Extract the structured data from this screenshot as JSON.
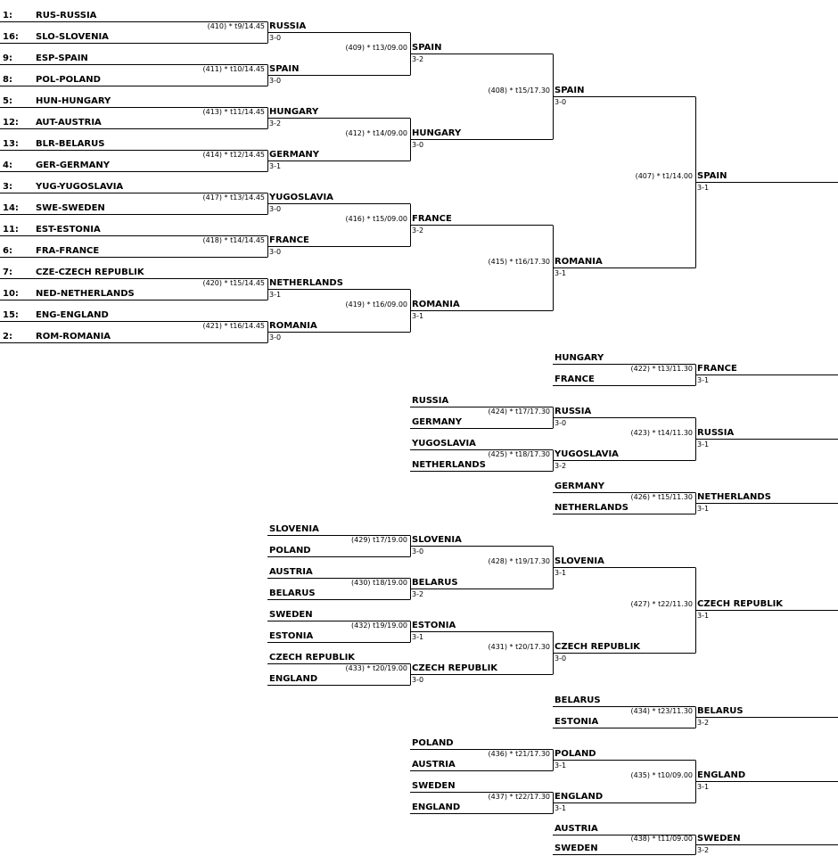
{
  "seeds": [
    {
      "label": "1:",
      "team": "RUS-RUSSIA"
    },
    {
      "label": "16:",
      "team": "SLO-SLOVENIA"
    },
    {
      "label": "9:",
      "team": "ESP-SPAIN"
    },
    {
      "label": "8:",
      "team": "POL-POLAND"
    },
    {
      "label": "5:",
      "team": "HUN-HUNGARY"
    },
    {
      "label": "12:",
      "team": "AUT-AUSTRIA"
    },
    {
      "label": "13:",
      "team": "BLR-BELARUS"
    },
    {
      "label": "4:",
      "team": "GER-GERMANY"
    },
    {
      "label": "3:",
      "team": "YUG-YUGOSLAVIA"
    },
    {
      "label": "14:",
      "team": "SWE-SWEDEN"
    },
    {
      "label": "11:",
      "team": "EST-ESTONIA"
    },
    {
      "label": "6:",
      "team": "FRA-FRANCE"
    },
    {
      "label": "7:",
      "team": "CZE-CZECH REPUBLIK"
    },
    {
      "label": "10:",
      "team": "NED-NETHERLANDS"
    },
    {
      "label": "15:",
      "team": "ENG-ENGLAND"
    },
    {
      "label": "2:",
      "team": "ROM-ROMANIA"
    }
  ],
  "matches": [
    {
      "id": "m410",
      "info": "(410) * t9/14.45",
      "winner": "RUSSIA",
      "score": "3-0"
    },
    {
      "id": "m411",
      "info": "(411) * t10/14.45",
      "winner": "SPAIN",
      "score": "3-0"
    },
    {
      "id": "m413",
      "info": "(413) * t11/14.45",
      "winner": "HUNGARY",
      "score": "3-2"
    },
    {
      "id": "m414",
      "info": "(414) * t12/14.45",
      "winner": "GERMANY",
      "score": "3-1"
    },
    {
      "id": "m417",
      "info": "(417) * t13/14.45",
      "winner": "YUGOSLAVIA",
      "score": "3-0"
    },
    {
      "id": "m418",
      "info": "(418) * t14/14.45",
      "winner": "FRANCE",
      "score": "3-0"
    },
    {
      "id": "m420",
      "info": "(420) * t15/14.45",
      "winner": "NETHERLANDS",
      "score": "3-1"
    },
    {
      "id": "m421",
      "info": "(421) * t16/14.45",
      "winner": "ROMANIA",
      "score": "3-0"
    },
    {
      "id": "m409",
      "info": "(409) * t13/09.00",
      "winner": "SPAIN",
      "score": "3-2"
    },
    {
      "id": "m412",
      "info": "(412) * t14/09.00",
      "winner": "HUNGARY",
      "score": "3-0"
    },
    {
      "id": "m416",
      "info": "(416) * t15/09.00",
      "winner": "FRANCE",
      "score": "3-2"
    },
    {
      "id": "m419",
      "info": "(419) * t16/09.00",
      "winner": "ROMANIA",
      "score": "3-1"
    },
    {
      "id": "m408",
      "info": "(408) * t15/17.30",
      "winner": "SPAIN",
      "score": "3-0"
    },
    {
      "id": "m415",
      "info": "(415) * t16/17.30",
      "winner": "ROMANIA",
      "score": "3-1"
    },
    {
      "id": "m407",
      "info": "(407) * t1/14.00",
      "winner": "SPAIN",
      "score": "3-1"
    },
    {
      "id": "m422",
      "info": "(422) * t13/11.30",
      "top": "HUNGARY",
      "bottom": "FRANCE",
      "winner": "FRANCE",
      "score": "3-1"
    },
    {
      "id": "m424",
      "info": "(424) * t17/17.30",
      "top": "RUSSIA",
      "bottom": "GERMANY",
      "winner": "RUSSIA",
      "score": "3-0"
    },
    {
      "id": "m425",
      "info": "(425) * t18/17.30",
      "top": "YUGOSLAVIA",
      "bottom": "NETHERLANDS",
      "winner": "YUGOSLAVIA",
      "score": "3-2"
    },
    {
      "id": "m423",
      "info": "(423) * t14/11.30",
      "winner": "RUSSIA",
      "score": "3-1"
    },
    {
      "id": "m426",
      "info": "(426) * t15/11.30",
      "top": "GERMANY",
      "bottom": "NETHERLANDS",
      "winner": "NETHERLANDS",
      "score": "3-1"
    },
    {
      "id": "m429",
      "info": "(429) t17/19.00",
      "top": "SLOVENIA",
      "bottom": "POLAND",
      "winner": "SLOVENIA",
      "score": "3-0"
    },
    {
      "id": "m430",
      "info": "(430) t18/19.00",
      "top": "AUSTRIA",
      "bottom": "BELARUS",
      "winner": "BELARUS",
      "score": "3-2"
    },
    {
      "id": "m428",
      "info": "(428) * t19/17.30",
      "winner": "SLOVENIA",
      "score": "3-1"
    },
    {
      "id": "m432",
      "info": "(432) t19/19.00",
      "top": "SWEDEN",
      "bottom": "ESTONIA",
      "winner": "ESTONIA",
      "score": "3-1"
    },
    {
      "id": "m433",
      "info": "(433) * t20/19.00",
      "top": "CZECH REPUBLIK",
      "bottom": "ENGLAND",
      "winner": "CZECH REPUBLIK",
      "score": "3-0"
    },
    {
      "id": "m431",
      "info": "(431) * t20/17.30",
      "winner": "CZECH REPUBLIK",
      "score": "3-0"
    },
    {
      "id": "m427",
      "info": "(427) * t22/11.30",
      "winner": "CZECH REPUBLIK",
      "score": "3-1"
    },
    {
      "id": "m434",
      "info": "(434) * t23/11.30",
      "top": "BELARUS",
      "bottom": "ESTONIA",
      "winner": "BELARUS",
      "score": "3-2"
    },
    {
      "id": "m436",
      "info": "(436) * t21/17.30",
      "top": "POLAND",
      "bottom": "AUSTRIA",
      "winner": "POLAND",
      "score": "3-1"
    },
    {
      "id": "m437",
      "info": "(437) * t22/17.30",
      "top": "SWEDEN",
      "bottom": "ENGLAND",
      "winner": "ENGLAND",
      "score": "3-1"
    },
    {
      "id": "m435",
      "info": "(435) * t10/09.00",
      "winner": "ENGLAND",
      "score": "3-1"
    },
    {
      "id": "m438",
      "info": "(438) * t11/09.00",
      "top": "AUSTRIA",
      "bottom": "SWEDEN",
      "winner": "SWEDEN",
      "score": "3-2"
    }
  ]
}
